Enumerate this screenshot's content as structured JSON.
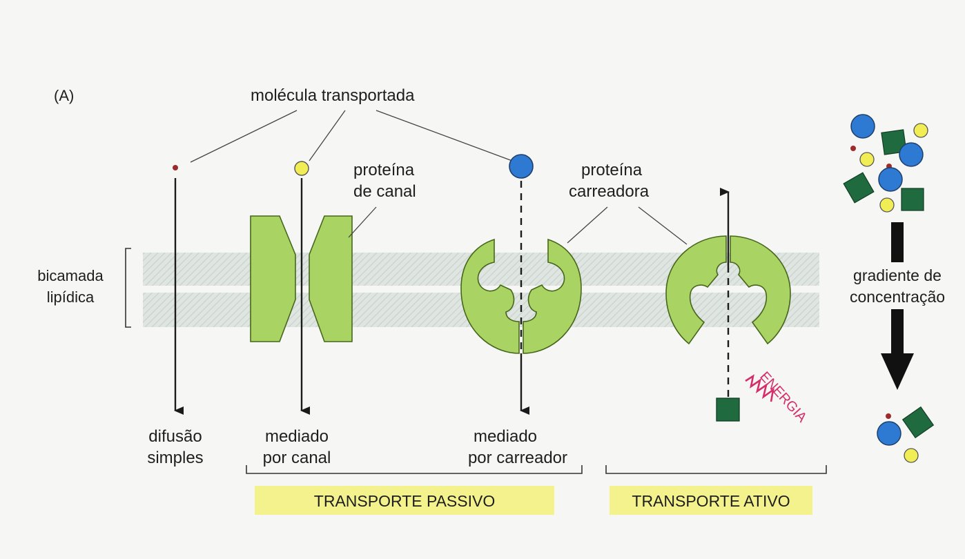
{
  "panel_label": "(A)",
  "transported_molecule_label": "molécula transportada",
  "bilayer_label": [
    "bicamada",
    "lipídica"
  ],
  "channel_protein_label": [
    "proteína",
    "de canal"
  ],
  "carrier_protein_label": [
    "proteína",
    "carreadora"
  ],
  "concentration_gradient_label": [
    "gradiente de",
    "concentração"
  ],
  "energy_label": "ENERGIA",
  "mode_labels": {
    "simple": [
      "difusão",
      "simples"
    ],
    "channel": [
      "mediado",
      "por canal"
    ],
    "carrier": [
      "mediado",
      "por carreador"
    ]
  },
  "passive_transport_label": "TRANSPORTE PASSIVO",
  "active_transport_label": "TRANSPORTE ATIVO",
  "colors": {
    "membrane": "#dde3de",
    "protein_fill": "#a9d463",
    "protein_stroke": "#46651c",
    "small_molecule": "#9e2b2b",
    "yellow_molecule": "#f1ed55",
    "blue_molecule": "#2e7ad3",
    "square_molecule": "#1f6a3f",
    "highlight": "#f3f28c",
    "energy": "#d42e6b"
  }
}
